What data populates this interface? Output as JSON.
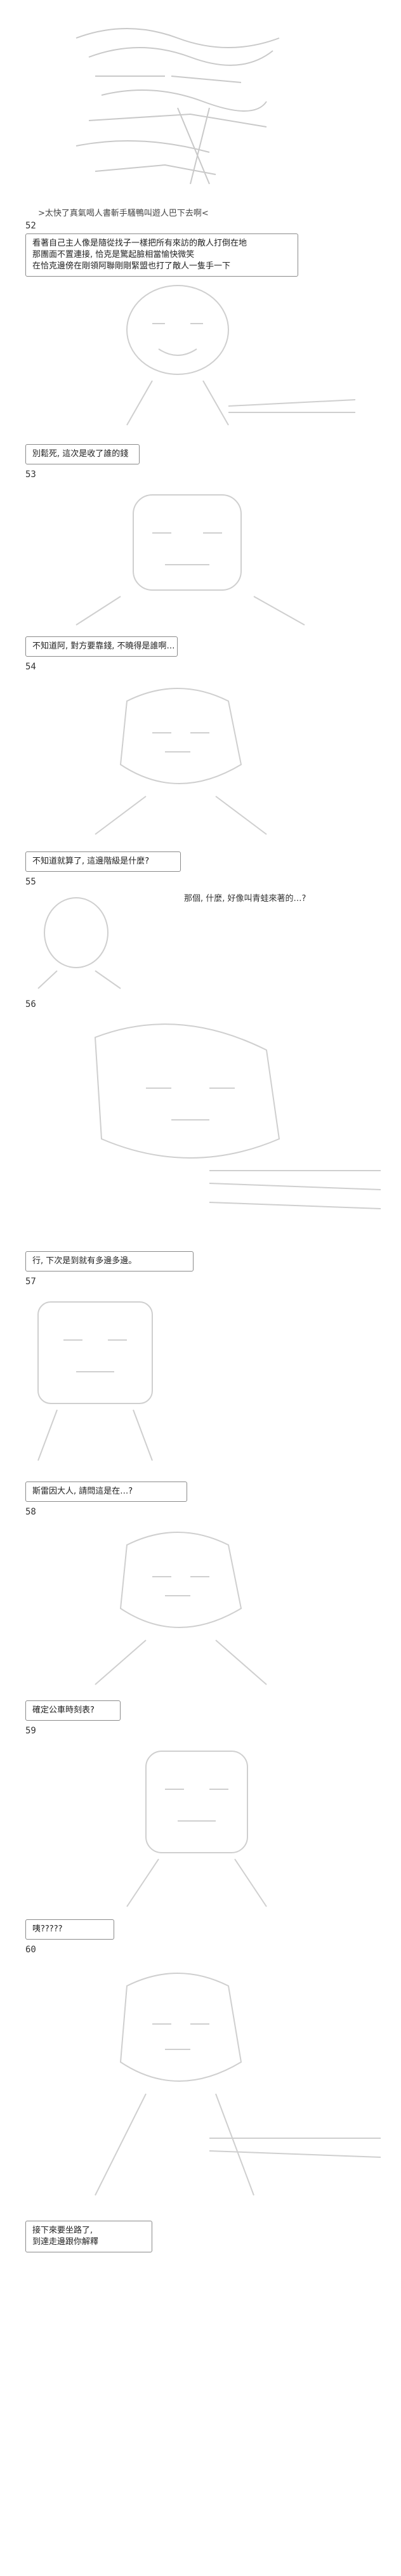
{
  "panels": [
    {
      "caption": ">太快了真氣喝人書斬手騷鴨叫遊人巴下去啊<",
      "number": "52"
    },
    {
      "box": [
        "看著自己主人像是隨從找子一樣把所有來訪的敵人打倒在地",
        "那團面不置連接, 恰克是驚起臉相當愉快微笑",
        "在恰克邊傍在剛領阿聯剛剛緊盟也打了敵人一隻手一下"
      ]
    },
    {
      "box": [
        "別鬆死, 這次是收了誰的錢"
      ],
      "number": "53"
    },
    {
      "box": [
        "不知道阿, 對方要靠錢, 不曉得是誰啊…"
      ],
      "number": "54"
    },
    {
      "box": [
        "不知道就算了, 這邊階級是什麼?"
      ],
      "number": "55"
    },
    {
      "plain": "那個, 什麼, 好像叫青蛙來著的…?",
      "number": "56"
    },
    {
      "box": [
        "行, 下次是到就有多邊多邊。"
      ],
      "number": "57"
    },
    {
      "box": [
        "斯雷因大人, 請問這是在…?"
      ],
      "number": "58"
    },
    {
      "box": [
        "確定公車時刻表?"
      ],
      "number": "59"
    },
    {
      "box": [
        "咦?????"
      ],
      "number": "60"
    },
    {
      "box": [
        "接下來要坐路了,",
        "到達走邊跟你解釋"
      ]
    }
  ]
}
